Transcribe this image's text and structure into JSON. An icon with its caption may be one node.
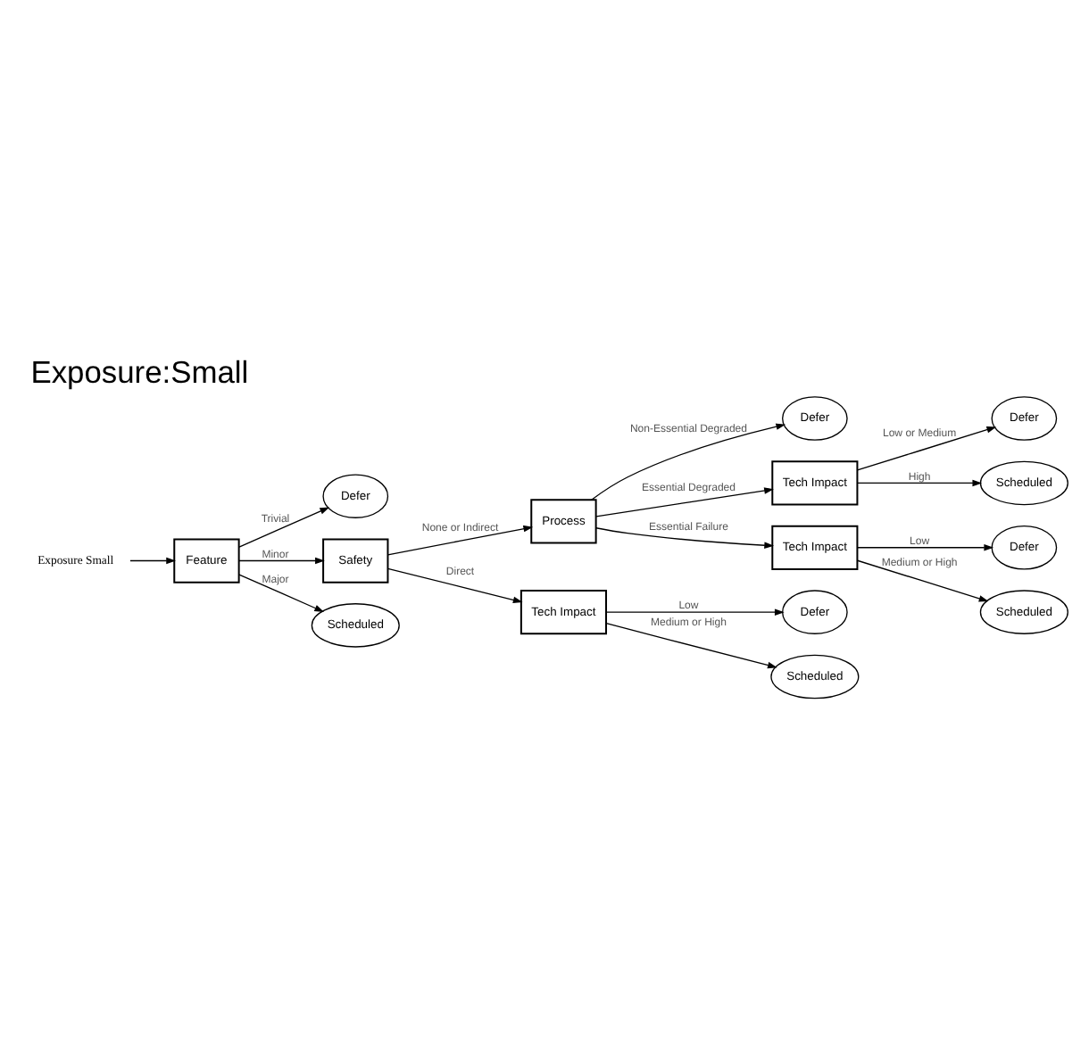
{
  "diagram": {
    "title": "Exposure:Small",
    "nodes": [
      {
        "text": [
          "Exposure Small"
        ]
      },
      {
        "text": [
          "Feature"
        ]
      },
      {
        "text": [
          "Defer"
        ]
      },
      {
        "text": [
          "Safety"
        ]
      },
      {
        "text": [
          "Scheduled"
        ]
      },
      {
        "text": [
          "Process"
        ]
      },
      {
        "text": [
          "Tech Impact"
        ]
      },
      {
        "text": [
          "Defer"
        ]
      },
      {
        "text": [
          "Tech Impact"
        ]
      },
      {
        "text": [
          "Tech Impact"
        ]
      },
      {
        "text": [
          "Defer"
        ]
      },
      {
        "text": [
          "Scheduled"
        ]
      },
      {
        "text": [
          "Defer"
        ]
      },
      {
        "text": [
          "Scheduled"
        ]
      },
      {
        "text": [
          "Defer"
        ]
      },
      {
        "text": [
          "Scheduled"
        ]
      }
    ],
    "edges": [
      {
        "from": 0,
        "to": 1,
        "arrow": "to"
      },
      {
        "from": 1,
        "to": 2,
        "arrow": "to",
        "label": "Trivial"
      },
      {
        "from": 1,
        "to": 3,
        "arrow": "to",
        "label": "Minor"
      },
      {
        "from": 1,
        "to": 4,
        "arrow": "to",
        "label": "Major"
      },
      {
        "from": 3,
        "to": 5,
        "arrow": "to",
        "label": "None or Indirect"
      },
      {
        "from": 3,
        "to": 6,
        "arrow": "to",
        "label": "Direct"
      },
      {
        "from": 5,
        "to": 7,
        "arrow": "to",
        "label": "Non-Essential Degraded"
      },
      {
        "from": 5,
        "to": 8,
        "arrow": "to",
        "label": "Essential Degraded"
      },
      {
        "from": 5,
        "to": 9,
        "arrow": "to",
        "label": "Essential Failure"
      },
      {
        "from": 8,
        "to": 10,
        "arrow": "to",
        "label": "Low or Medium"
      },
      {
        "from": 8,
        "to": 11,
        "arrow": "to",
        "label": "High"
      },
      {
        "from": 9,
        "to": 12,
        "arrow": "to",
        "label": "Low"
      },
      {
        "from": 9,
        "to": 13,
        "arrow": "to",
        "label": "Medium or High"
      },
      {
        "from": 6,
        "to": 14,
        "arrow": "to",
        "label": "Low"
      },
      {
        "from": 6,
        "to": 15,
        "arrow": "to",
        "label": "Medium or High"
      }
    ]
  }
}
